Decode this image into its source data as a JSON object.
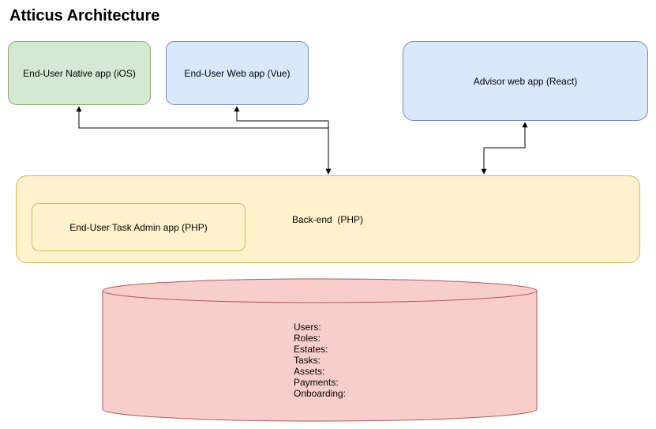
{
  "diagram": {
    "title": "Atticus Architecture",
    "nodes": {
      "native_app": {
        "label": "End-User Native app (iOS)"
      },
      "web_app": {
        "label": "End-User Web app (Vue)"
      },
      "advisor_app": {
        "label": "Advisor web app (React)"
      },
      "backend": {
        "label": "Back-end  (PHP)"
      },
      "task_admin": {
        "label": "End-User Task Admin app (PHP)"
      },
      "database": {
        "entries": [
          "Users:",
          "Roles:",
          "Estates:",
          "Tasks:",
          "Assets:",
          "Payments:",
          "Onboarding:"
        ]
      }
    },
    "edges": [
      {
        "from": "native_app",
        "to": "backend",
        "style": "arrow-both"
      },
      {
        "from": "web_app",
        "to": "backend",
        "style": "arrow-both"
      },
      {
        "from": "advisor_app",
        "to": "backend",
        "style": "arrow-both"
      }
    ]
  },
  "colors": {
    "green_fill": "#d5e8d4",
    "green_stroke": "#82b366",
    "blue_fill": "#dae8fc",
    "blue_stroke": "#6c8ebf",
    "yellow_fill": "#fff2cc",
    "yellow_stroke": "#d6b656",
    "red_fill": "#f8cecc",
    "red_stroke": "#b85450",
    "edge": "#000000"
  }
}
